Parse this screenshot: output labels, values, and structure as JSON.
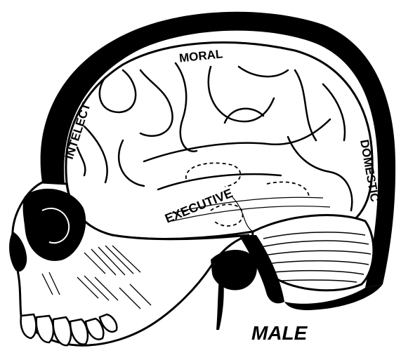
{
  "labels": {
    "moral": "MORAL",
    "intellect": "INTELECT",
    "domestic": "DOMESTIC",
    "executive": "EXECUTIVE",
    "caption": "MALE"
  },
  "colors": {
    "ink": "#000000",
    "paper": "#ffffff"
  }
}
